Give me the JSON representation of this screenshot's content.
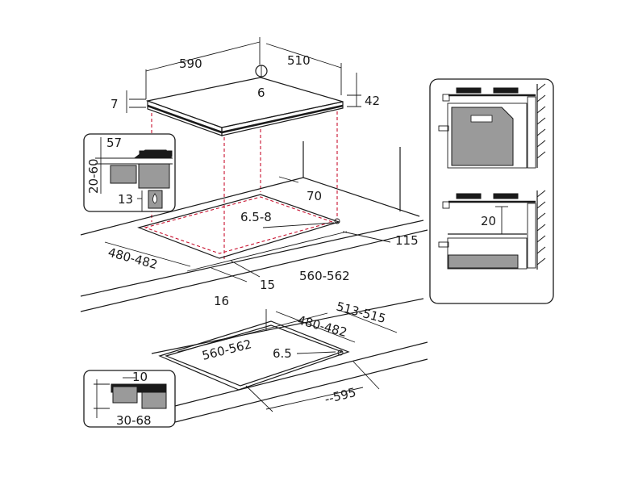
{
  "labels": {
    "width": "590",
    "depth": "510",
    "gas_inlet": "6",
    "thickness": "7",
    "height": "42",
    "inset_top_thickness": "57",
    "inset_worktop_range": "20-60",
    "inset_clearance": "13",
    "cutout_front_offset": "70",
    "cutout_corner": "6.5-8",
    "cutout_right_side": "115",
    "cutout_depth": "480-482",
    "cutout_width": "560-562",
    "cutout_edge": "15",
    "cutout_front": "16",
    "flush_width": "513-515",
    "flush_depth": "480-482",
    "flush_cutout_width": "560-562",
    "flush_corner": "6.5",
    "flush_outer": "--595",
    "flush_inset_rebate": "10",
    "flush_inset_range": "30-68",
    "oven_gap": "20"
  },
  "colors": {
    "guide_lines": "#c8102e",
    "ink": "#1a1a1a",
    "fill_grey": "#9a9a9a"
  }
}
